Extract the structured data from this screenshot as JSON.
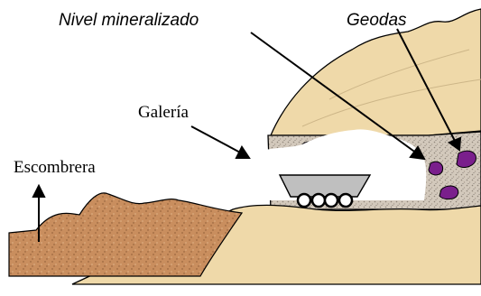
{
  "labels": {
    "mineralized_level": "Nivel mineralizado",
    "geodes": "Geodas",
    "gallery": "Galería",
    "spoil_heap": "Escombrera"
  },
  "colors": {
    "rock": "#EFD9A9",
    "spoil": "#C8956A",
    "mineral_band": "#CFC4B6",
    "geode": "#7A1F8C",
    "cart": "#BFBFBF",
    "outline": "#000000"
  }
}
